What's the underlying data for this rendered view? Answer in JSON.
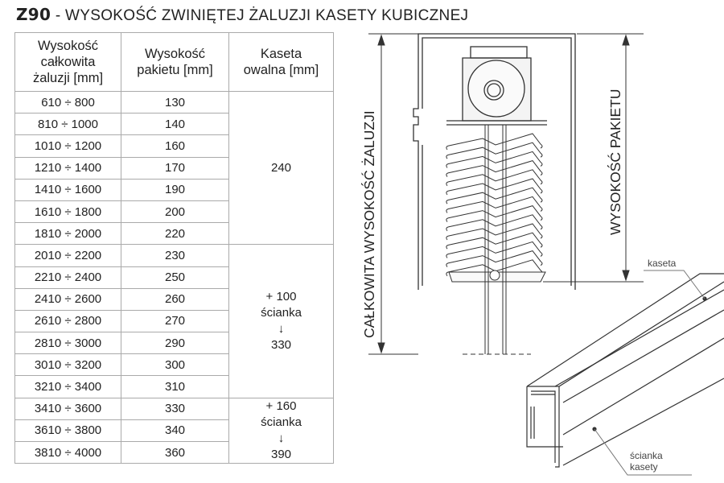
{
  "title": {
    "code": "Z90",
    "text": " - WYSOKOŚĆ ZWINIĘTEJ ŻALUZJI KASETY KUBICZNEJ"
  },
  "table": {
    "headers": [
      [
        "Wysokość",
        "całkowita",
        "żaluzji [mm]"
      ],
      [
        "Wysokość",
        "pakietu [mm]"
      ],
      [
        "Kaseta",
        "owalna [mm]"
      ]
    ],
    "rows": [
      [
        "610 ÷ 800",
        "130"
      ],
      [
        "810 ÷ 1000",
        "140"
      ],
      [
        "1010 ÷ 1200",
        "160"
      ],
      [
        "1210 ÷ 1400",
        "170"
      ],
      [
        "1410 ÷ 1600",
        "190"
      ],
      [
        "1610 ÷ 1800",
        "200"
      ],
      [
        "1810 ÷ 2000",
        "220"
      ],
      [
        "2010 ÷ 2200",
        "230"
      ],
      [
        "2210 ÷ 2400",
        "250"
      ],
      [
        "2410 ÷ 2600",
        "260"
      ],
      [
        "2610 ÷ 2800",
        "270"
      ],
      [
        "2810 ÷ 3000",
        "290"
      ],
      [
        "3010 ÷ 3200",
        "300"
      ],
      [
        "3210 ÷ 3400",
        "310"
      ],
      [
        "3410 ÷ 3600",
        "330"
      ],
      [
        "3610 ÷ 3800",
        "340"
      ],
      [
        "3810 ÷ 4000",
        "360"
      ]
    ],
    "groups": [
      {
        "lines": [
          "240"
        ]
      },
      {
        "lines": [
          "+ 100",
          "ścianka",
          "↓",
          "330"
        ]
      },
      {
        "lines": [
          "+ 160",
          "ścianka",
          "↓",
          "390"
        ]
      }
    ]
  },
  "diagram": {
    "total_height_label": "CAŁKOWITA WYSOKOŚĆ ŻALUZJI",
    "package_height_label": "WYSOKOŚĆ PAKIETU",
    "cassette_label": "kaseta",
    "wall_label": [
      "ścianka",
      "kasety"
    ]
  }
}
